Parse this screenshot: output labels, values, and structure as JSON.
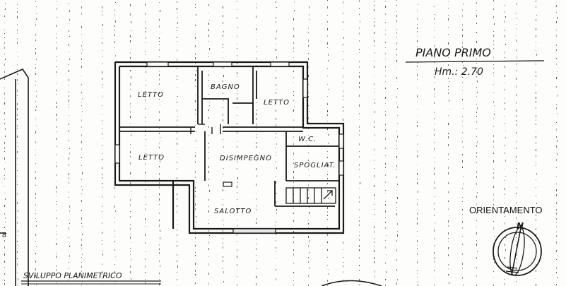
{
  "header": {
    "floor_title": "PIANO PRIMO",
    "height_label": "Hm.: 2.70"
  },
  "rooms": {
    "bedroom_1": "LETTO",
    "bathroom": "BAGNO",
    "bedroom_2": "LETTO",
    "bedroom_3": "LETTO",
    "landing": "DISIMPEGNO",
    "wc": "W.C.",
    "closet": "SPOGLIAT.",
    "living_room": "SALOTTO"
  },
  "orientation": {
    "label": "ORIENTAMENTO",
    "north": "N"
  },
  "footer": {
    "caption": "SVILUPPO PLANIMETRICO"
  },
  "margin": {
    "digit": "8"
  },
  "colors": {
    "ink": "#1a1a1a",
    "paper": "#fdfdfb"
  }
}
